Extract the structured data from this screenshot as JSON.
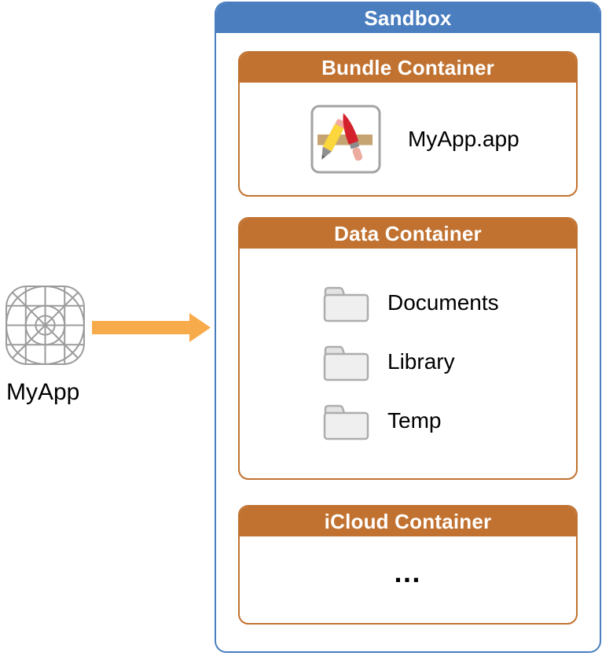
{
  "figure": {
    "app": {
      "label": "MyApp"
    },
    "arrow": {
      "direction": "right",
      "color": "#F8AB4B"
    },
    "sandbox": {
      "title": "Sandbox",
      "header_color": "#4A7EBF",
      "containers": [
        {
          "title": "Bundle Container",
          "header_color": "#C17230",
          "items": [
            {
              "icon": "app-bundle-icon",
              "label": "MyApp.app"
            }
          ]
        },
        {
          "title": "Data Container",
          "header_color": "#C17230",
          "items": [
            {
              "icon": "folder-icon",
              "label": "Documents"
            },
            {
              "icon": "folder-icon",
              "label": "Library"
            },
            {
              "icon": "folder-icon",
              "label": "Temp"
            }
          ]
        },
        {
          "title": "iCloud Container",
          "header_color": "#C17230",
          "placeholder": "…"
        }
      ]
    }
  }
}
